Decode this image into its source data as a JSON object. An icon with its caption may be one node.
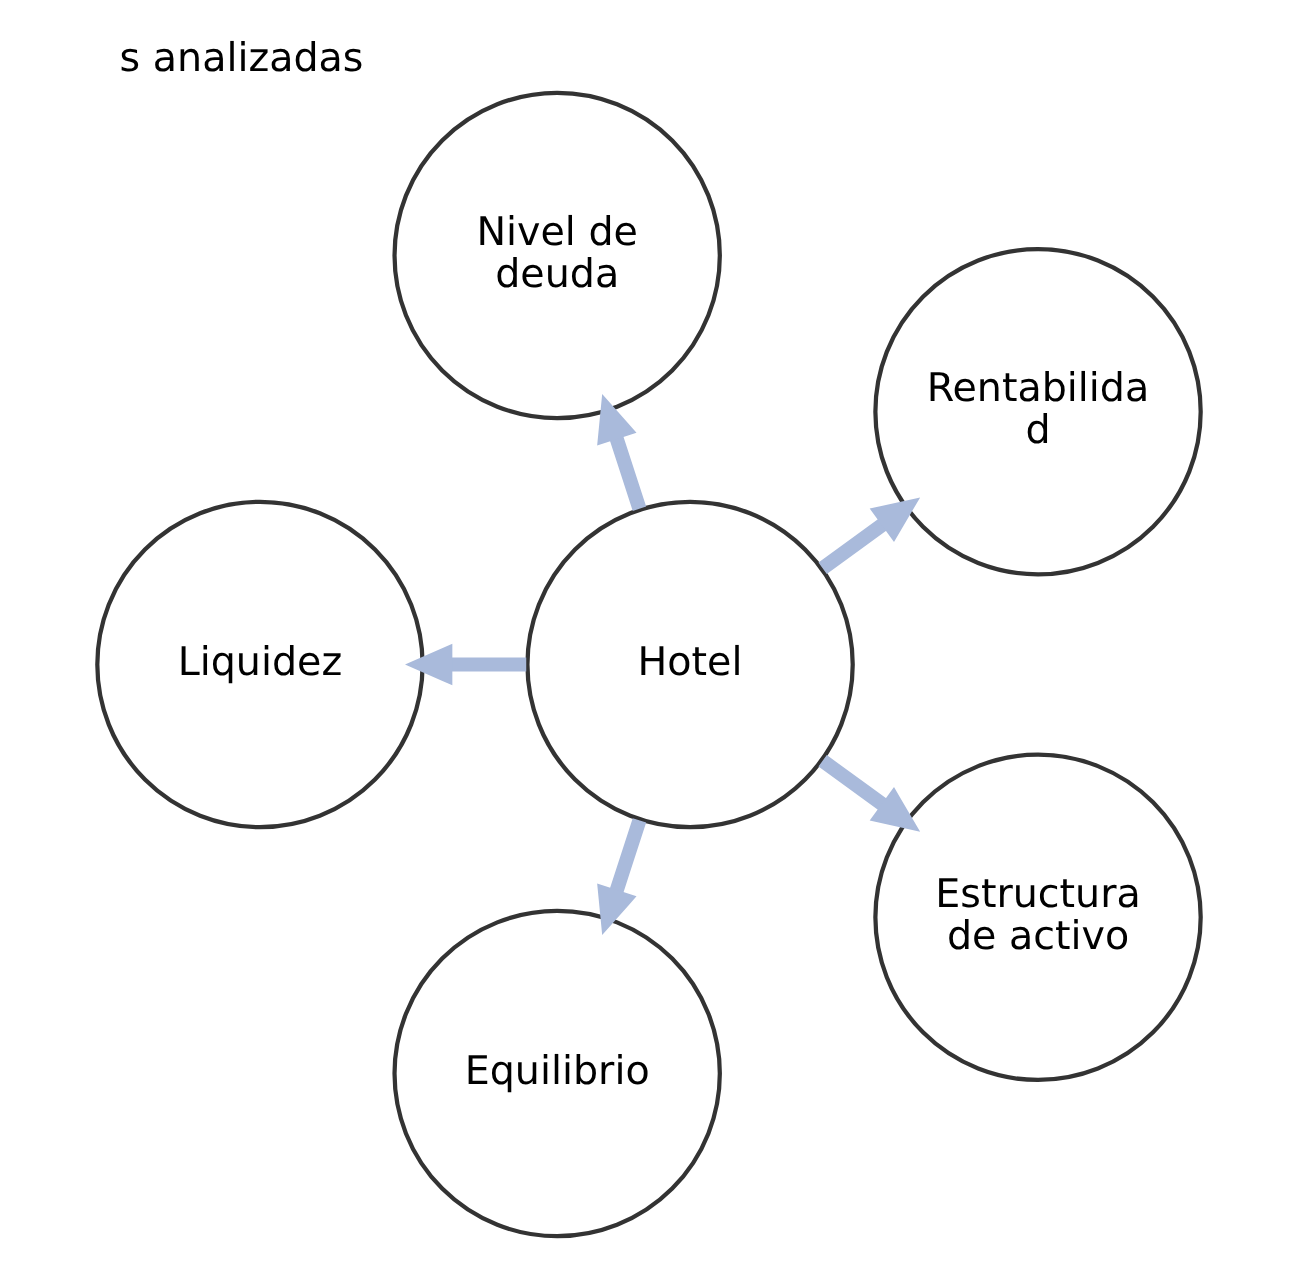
{
  "diagram": {
    "title": "s analizadas",
    "nodes": [
      {
        "text": [
          "Hotel"
        ]
      },
      {
        "text": [
          "Rentabilida d"
        ]
      },
      {
        "text": [
          "Nivel de deuda"
        ]
      },
      {
        "text": [
          "Liquidez"
        ]
      },
      {
        "text": [
          "Equilibrio"
        ]
      },
      {
        "text": [
          "Estructura de activo"
        ]
      }
    ],
    "edges": [
      {
        "from": 0,
        "to": 1,
        "arrow": "to"
      },
      {
        "from": 0,
        "to": 2,
        "arrow": "to"
      },
      {
        "from": 0,
        "to": 3,
        "arrow": "to"
      },
      {
        "from": 0,
        "to": 4,
        "arrow": "to"
      },
      {
        "from": 0,
        "to": 5,
        "arrow": "to"
      }
    ]
  }
}
